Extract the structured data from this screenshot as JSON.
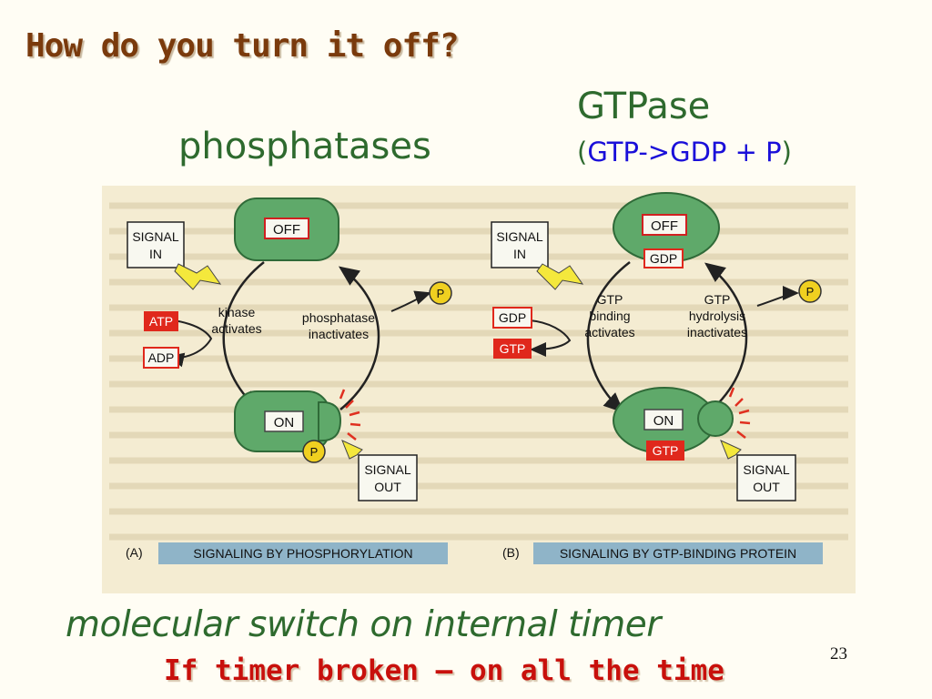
{
  "slide": {
    "title": "How do you turn it off?",
    "phosphatases_label": "phosphatases",
    "gtpase_label": "GTPase",
    "gtpase_sub_open": "(",
    "gtpase_reaction": "GTP->GDP + P",
    "gtpase_sub_close": ")",
    "bottom_line1": "molecular switch on internal timer",
    "bottom_line2": "If timer broken – on all the time",
    "page_number": "23"
  },
  "figure": {
    "panel_a": {
      "state_off": "OFF",
      "state_on": "ON",
      "signal_in_1": "SIGNAL",
      "signal_in_2": "IN",
      "signal_out_1": "SIGNAL",
      "signal_out_2": "OUT",
      "atp": "ATP",
      "adp": "ADP",
      "kinase_1": "kinase",
      "kinase_2": "activates",
      "phosphatase_1": "phosphatase",
      "phosphatase_2": "inactivates",
      "p_free": "P",
      "p_bound": "P",
      "caption_letter": "(A)",
      "caption": "SIGNALING BY PHOSPHORYLATION"
    },
    "panel_b": {
      "state_off": "OFF",
      "state_on": "ON",
      "gdp_bound": "GDP",
      "gtp_bound": "GTP",
      "signal_in_1": "SIGNAL",
      "signal_in_2": "IN",
      "signal_out_1": "SIGNAL",
      "signal_out_2": "OUT",
      "gdp": "GDP",
      "gtp": "GTP",
      "binding_1": "GTP",
      "binding_2": "binding",
      "binding_3": "activates",
      "hydrolysis_1": "GTP",
      "hydrolysis_2": "hydrolysis",
      "hydrolysis_3": "inactivates",
      "p_free": "P",
      "caption_letter": "(B)",
      "caption": "SIGNALING BY GTP-BINDING PROTEIN"
    }
  },
  "colors": {
    "title": "#7a3a0c",
    "label_green": "#2e6a2e",
    "reaction_blue": "#1a0fd9",
    "warning_red": "#c8100c",
    "protein_fill": "#5fa96a",
    "tag_red": "#e0281c",
    "p_yellow": "#f0d020",
    "figure_bg": "#f4ecd2"
  }
}
